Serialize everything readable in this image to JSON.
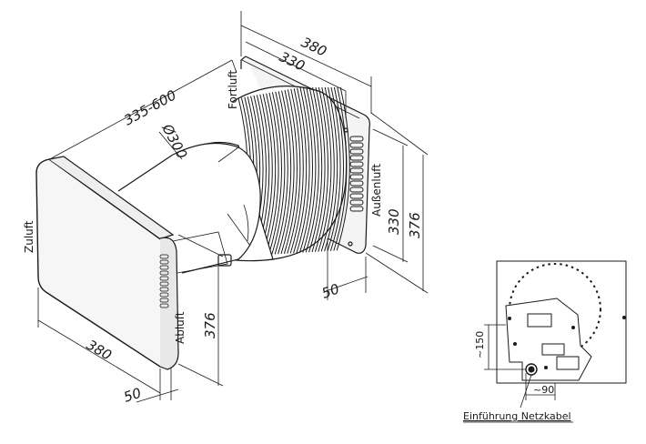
{
  "main_drawing": {
    "dimensions": {
      "width_380_top": "380",
      "width_330_top": "330",
      "length_range": "335-600",
      "diameter": "Ø300",
      "height_330": "330",
      "height_376_right": "376",
      "depth_50_right": "50",
      "height_376_front": "376",
      "width_380_bottom": "380",
      "depth_50_bottom": "50"
    },
    "labels": {
      "zuluft": "Zuluft",
      "fortluft": "Fortluft",
      "aussenluft": "Außenluft",
      "abluft": "Abluft"
    }
  },
  "detail_drawing": {
    "dimensions": {
      "height_150": "~150",
      "width_90": "~90"
    },
    "caption": "Einführung Netzkabel"
  }
}
